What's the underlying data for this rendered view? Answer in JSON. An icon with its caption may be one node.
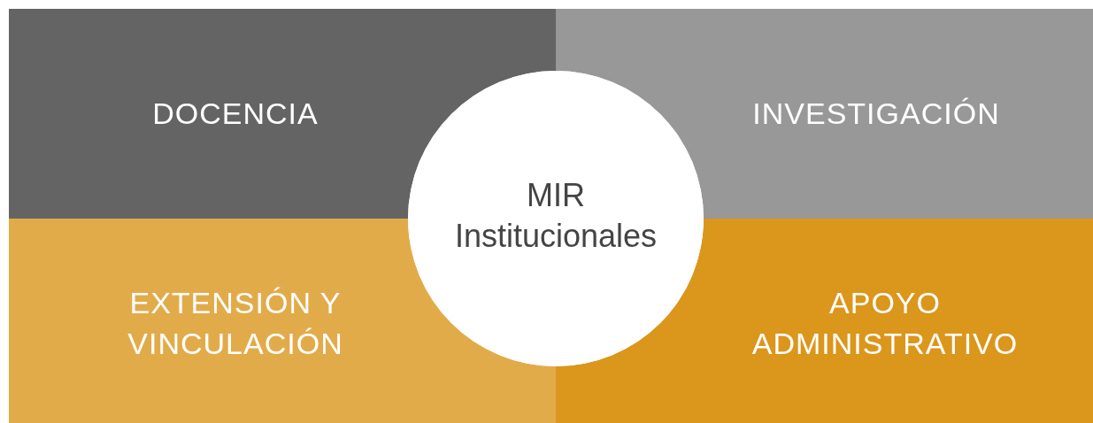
{
  "diagram": {
    "nodes": [
      {
        "text": [
          "DOCENCIA"
        ]
      },
      {
        "text": [
          "INVESTIGACIÓN"
        ]
      },
      {
        "text": [
          "MIR Institucionales"
        ]
      },
      {
        "text": [
          "EXTENSIÓN Y VINCULACIÓN"
        ]
      },
      {
        "text": [
          "APOYO ADMINISTRATIVO"
        ]
      }
    ]
  }
}
